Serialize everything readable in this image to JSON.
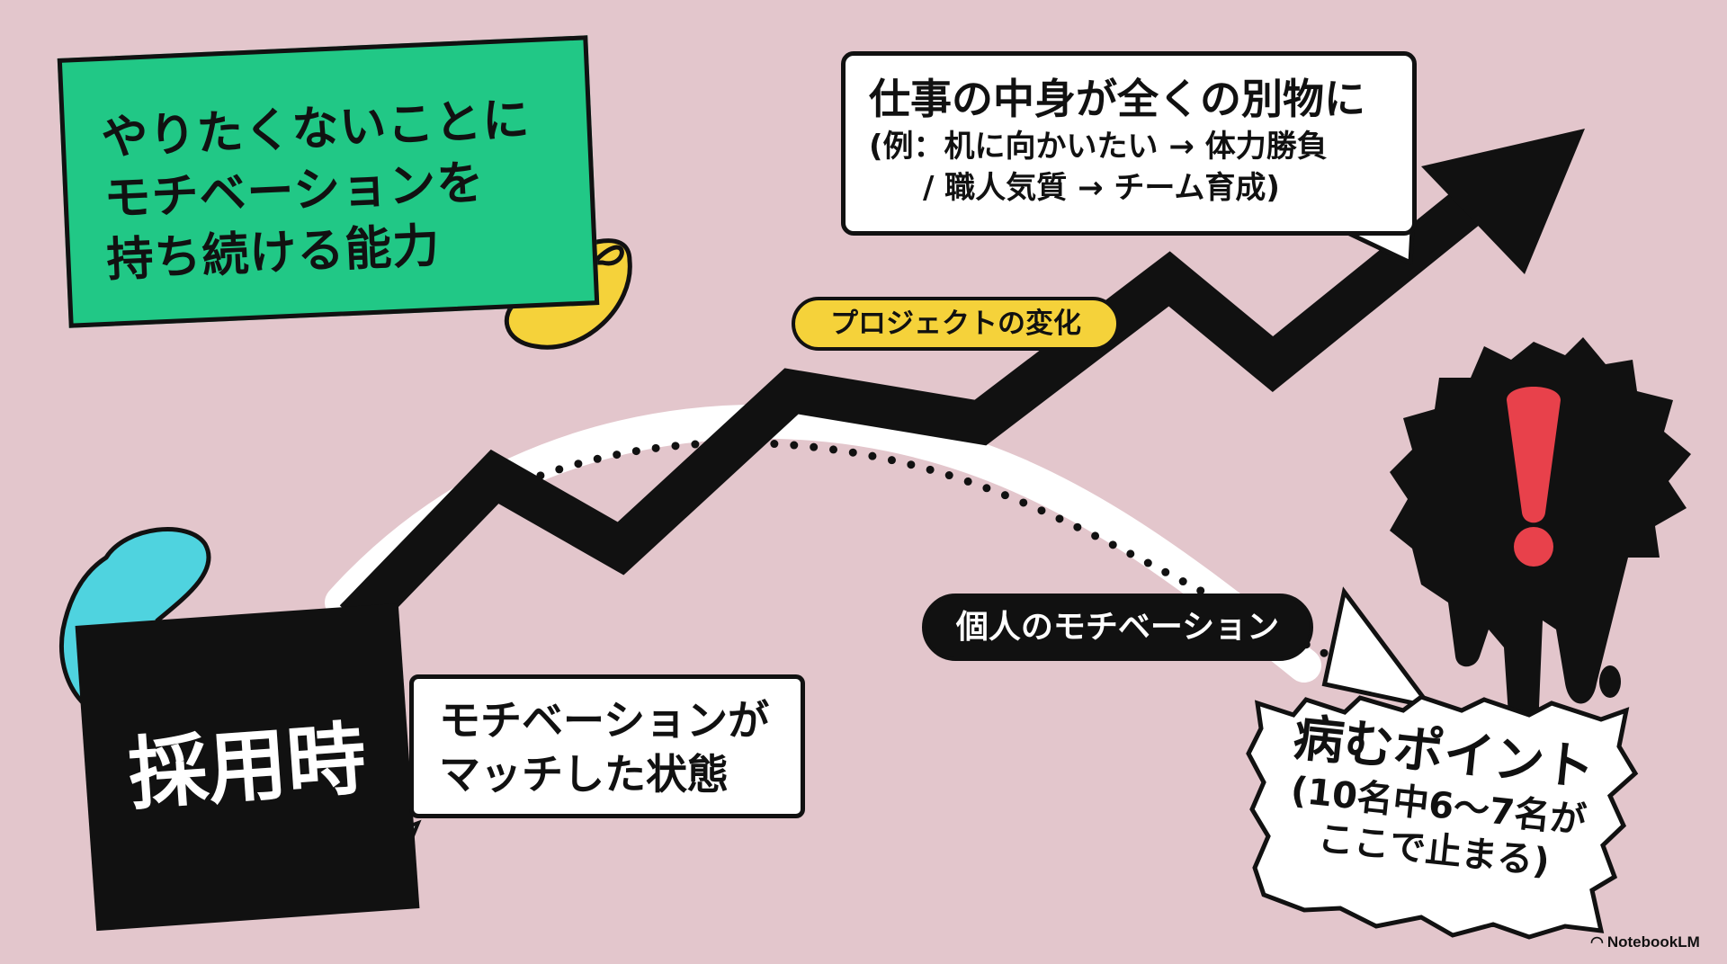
{
  "motivation_card": {
    "lines": [
      "やりたくないことに",
      "モチベーションを",
      "持ち続ける能力"
    ]
  },
  "work_change_bubble": {
    "title": "仕事の中身が全くの別物に",
    "example_line1": "(例：机に向かいたい → 体力勝負",
    "example_line2": "/ 職人気質 → チーム育成)"
  },
  "project_change_label": "プロジェクトの変化",
  "personal_motivation_label": "個人のモチベーション",
  "hiring_label": "採用時",
  "hiring_bubble": {
    "lines": [
      "モチベーションが",
      "マッチした状態"
    ]
  },
  "sick_point": {
    "title": "病むポイント",
    "line2": "(10名中6〜7名が",
    "line3": "ここで止まる)"
  },
  "branding": "NotebookLM",
  "colors": {
    "background": "#e3c6cc",
    "green": "#21c886",
    "yellow": "#f5d23a",
    "cyan": "#4fd3df",
    "red": "#e8414b"
  }
}
